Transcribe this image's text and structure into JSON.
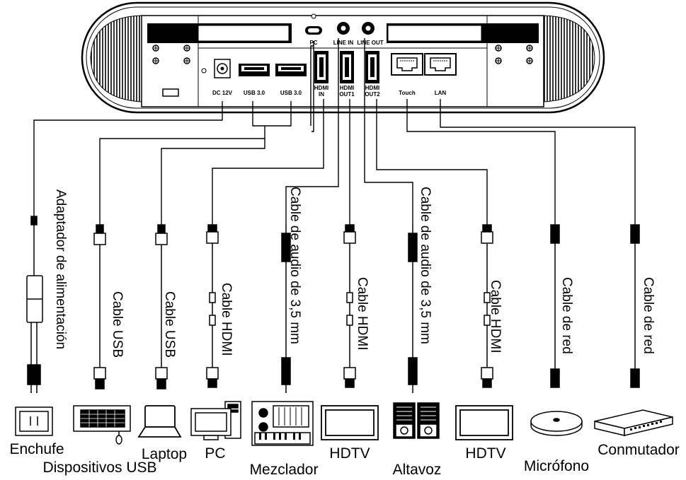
{
  "ports": {
    "pc": "PC",
    "line_in": "LINE IN",
    "line_out": "LINE OUT",
    "dc": "DC 12V",
    "usb1": "USB 3.0",
    "usb2": "USB 3.0",
    "hdmi_in_1": "HDMI",
    "hdmi_in_2": "IN",
    "hdmi_out1_1": "HDMI",
    "hdmi_out1_2": "OUT1",
    "hdmi_out2_1": "HDMI",
    "hdmi_out2_2": "OUT2",
    "touch": "Touch",
    "lan": "LAN"
  },
  "cables": {
    "power": "Adaptador de alimentación",
    "usb1": "Cable USB",
    "usb2": "Cable USB",
    "hdmi1": "Cable HDMI",
    "audio1": "Cable de audio de 3,5 mm",
    "hdmi2": "Cable HDMI",
    "audio2": "Cable de audio de 3,5 mm",
    "hdmi3": "Cable HDMI",
    "net1": "Cable de red",
    "net2": "Cable de red"
  },
  "devices": {
    "outlet": "Enchufe",
    "usb_devices": "Dispositivos USB",
    "laptop": "Laptop",
    "pc": "PC",
    "mixer": "Mezclador",
    "hdtv1": "HDTV",
    "speakers": "Altavoz",
    "hdtv2": "HDTV",
    "microphone": "Micrófono",
    "switch": "Conmutador"
  }
}
